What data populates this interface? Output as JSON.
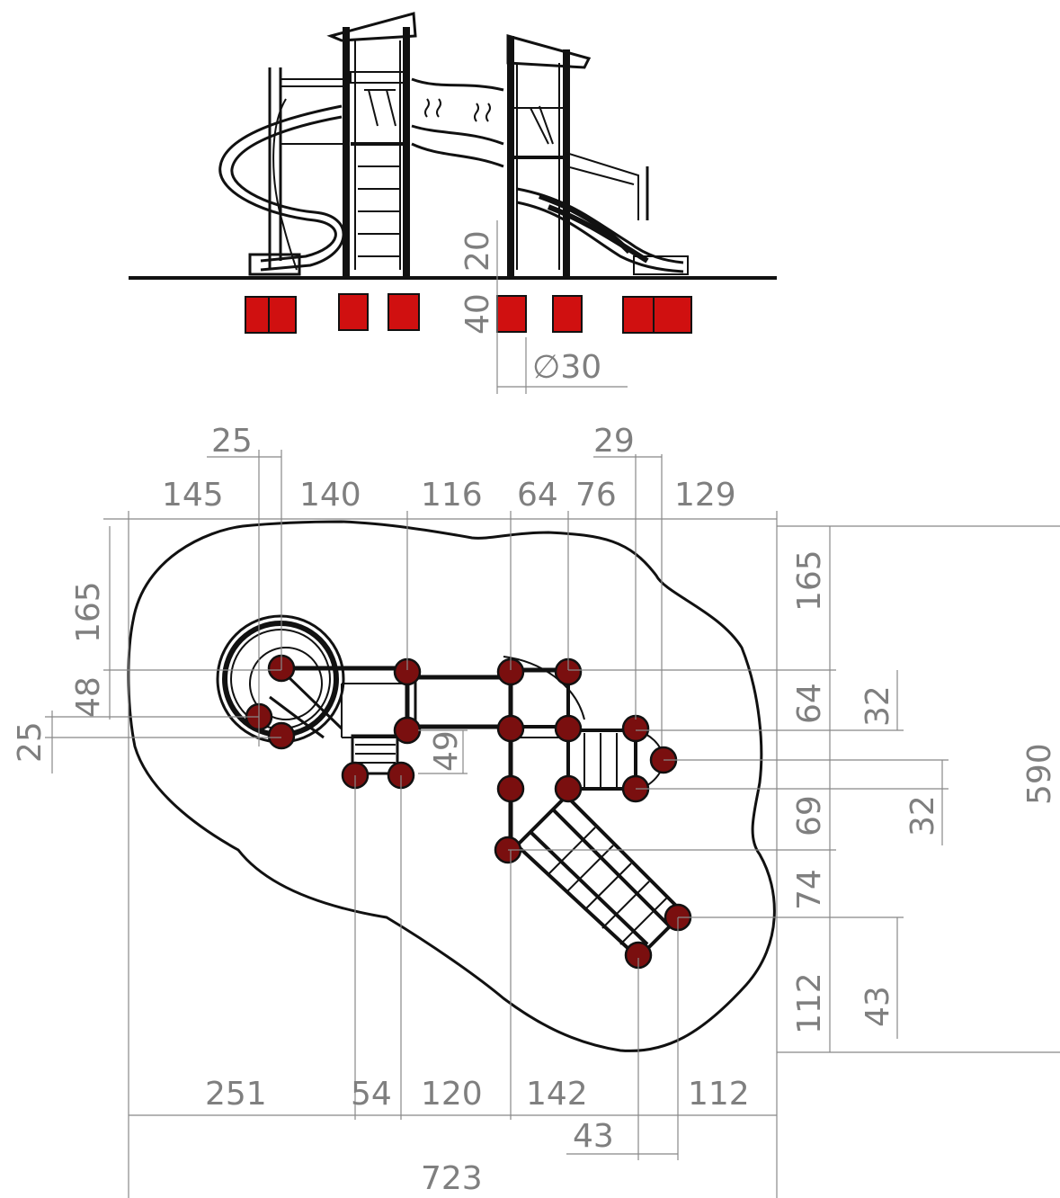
{
  "elevation": {
    "labels": {
      "d20": "20",
      "d40": "40",
      "d30": "∅30"
    }
  },
  "plan": {
    "top1": {
      "d25": "25",
      "d29": "29"
    },
    "top2": {
      "d145": "145",
      "d140": "140",
      "d116": "116",
      "d64": "64",
      "d76": "76",
      "d129": "129"
    },
    "left": {
      "d165": "165",
      "d48": "48",
      "d25": "25"
    },
    "inner": {
      "d49": "49"
    },
    "right": {
      "d165": "165",
      "d64": "64",
      "d32a": "32",
      "d69": "69",
      "d32b": "32",
      "d74": "74",
      "d112": "112",
      "d43": "43",
      "d590": "590"
    },
    "bottom": {
      "d251": "251",
      "d54": "54",
      "d120": "120",
      "d142": "142",
      "d112": "112",
      "d43": "43",
      "d723": "723"
    }
  }
}
